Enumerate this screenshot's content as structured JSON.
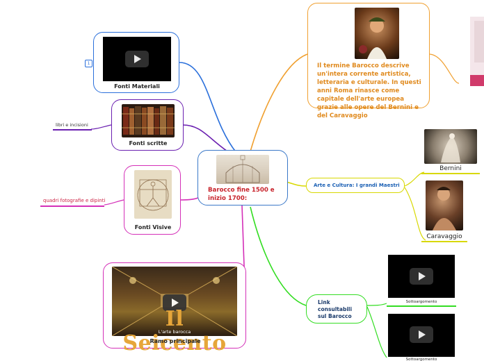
{
  "central": {
    "title": "Barocco fine 1500 e inizio 1700:"
  },
  "branches": {
    "fonti_materiali": {
      "label": "Fonti Materiali",
      "badge": "1"
    },
    "fonti_scritte": {
      "label": "Fonti scritte",
      "note": "libri e incisioni"
    },
    "fonti_visive": {
      "label": "Fonti Visive",
      "note": "quadri fotografie e dipinti"
    },
    "ramo_principale": {
      "label": "Ramo principale",
      "video_title": "Il Seicento",
      "video_subtitle": "L'arte barocca"
    },
    "barocco_text": {
      "text": "Il termine Barocco descrive un'intera corrente artistica, letteraria e culturale. In questi anni Roma rinasce come capitale dell'arte europea grazie alle opere del Bernini e del Caravaggio"
    },
    "arte_cultura": {
      "label": "Arte e Cultura: I grandi Maestri",
      "bernini": "Bernini",
      "caravaggio": "Caravaggio"
    },
    "link": {
      "label": "Link consultabili sul Barocco",
      "sub1": "Sottoargomento",
      "sub2": "Sottoargomento"
    }
  },
  "colors": {
    "blue": "#2a6fdb",
    "purple": "#6a1fb0",
    "magenta": "#d42fb8",
    "orange": "#f0a030",
    "yellow": "#d8d800",
    "green": "#33dd22",
    "central_border": "#3a78c8"
  }
}
